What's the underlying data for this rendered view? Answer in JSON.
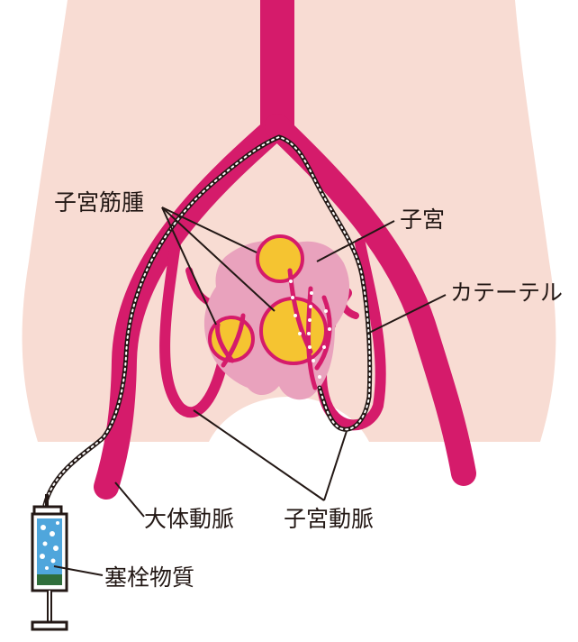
{
  "labels": {
    "myoma": "子宮筋腫",
    "uterus": "子宮",
    "catheter": "カテーテル",
    "aorta": "大体動脈",
    "uterine_artery": "子宮動脈",
    "embolic_material": "塞栓物質"
  },
  "colors": {
    "body": "#f8dcd3",
    "artery": "#d51b6b",
    "uterus": "#e9a2bd",
    "myoma": "#f5c431",
    "syringe_fluid": "#4fa6dc",
    "plunger": "#2f6e3b",
    "line": "#231815"
  }
}
